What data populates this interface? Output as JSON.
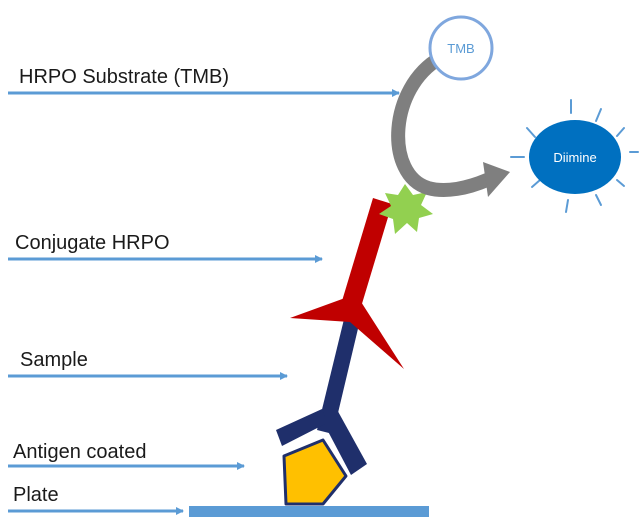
{
  "labels": {
    "substrate": "HRPO Substrate (TMB)",
    "conjugate": "Conjugate HRPO",
    "sample": "Sample",
    "antigen": "Antigen coated",
    "plate": "Plate"
  },
  "molecules": {
    "tmb": "TMB",
    "diimine": "Diimine"
  },
  "colors": {
    "arrow": "#5b9bd5",
    "plate": "#5b9bd5",
    "tmb_circle": "#7fa7de",
    "diimine": "#0070c0",
    "conjugate_antibody": "#c00000",
    "sample_antibody": "#1f2f6b",
    "antigen": "#ffc000",
    "hrp_star": "#92d050",
    "reaction_arrow": "#7f7f7f"
  }
}
